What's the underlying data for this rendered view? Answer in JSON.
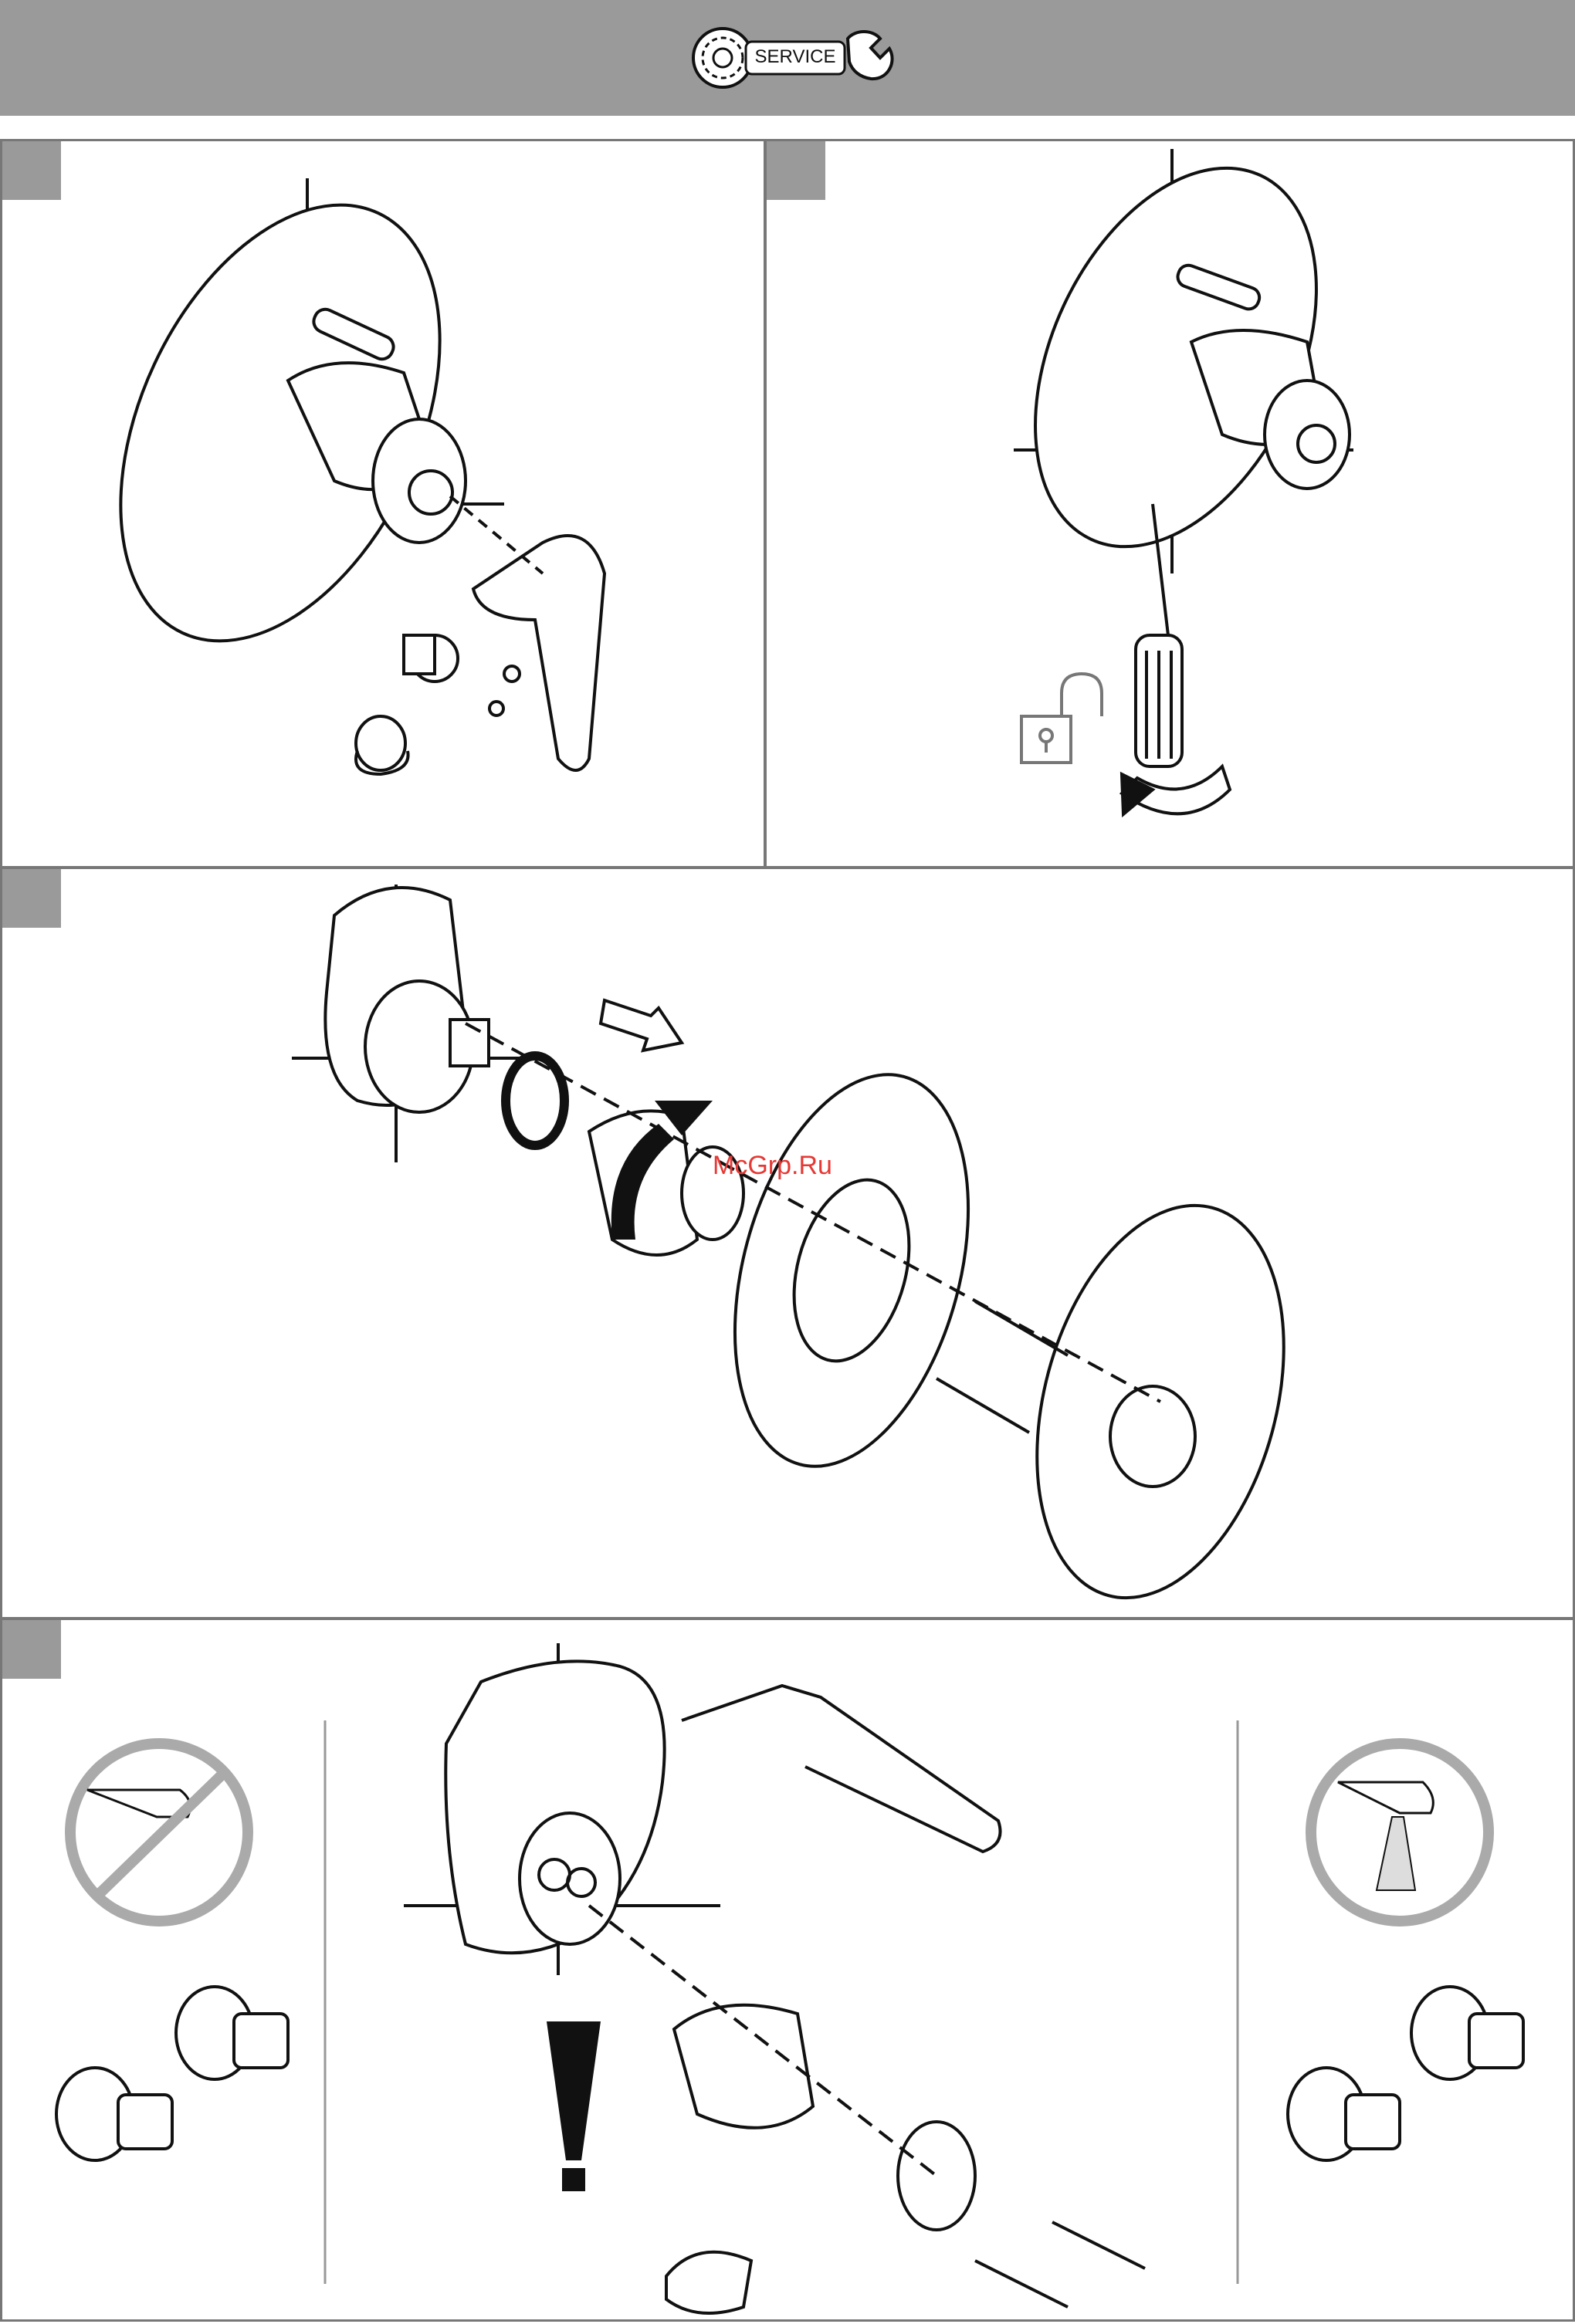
{
  "header": {
    "service_label": "SERVICE",
    "icons": [
      "gear-icon",
      "wrench-icon"
    ],
    "background_color": "#9a9a9a"
  },
  "panels": [
    {
      "id": "p1",
      "scene": "remove-handle"
    },
    {
      "id": "p2",
      "scene": "unscrew-with-screwdriver",
      "icons": [
        "unlock-icon",
        "rotate-counterclockwise-icon"
      ]
    },
    {
      "id": "p3",
      "scene": "remove-escutcheon",
      "icons": [
        "pull-arrow-icon",
        "rotate-arrow-icon"
      ]
    },
    {
      "id": "p4",
      "scene": "cartridge-replacement",
      "icons": [
        "no-water-icon",
        "water-flow-icon",
        "warning-icon"
      ]
    }
  ],
  "watermark": "McGrp.Ru",
  "colors": {
    "panel_tag": "#9a9a9a",
    "line": "#111111",
    "watermark": "#e53935"
  }
}
